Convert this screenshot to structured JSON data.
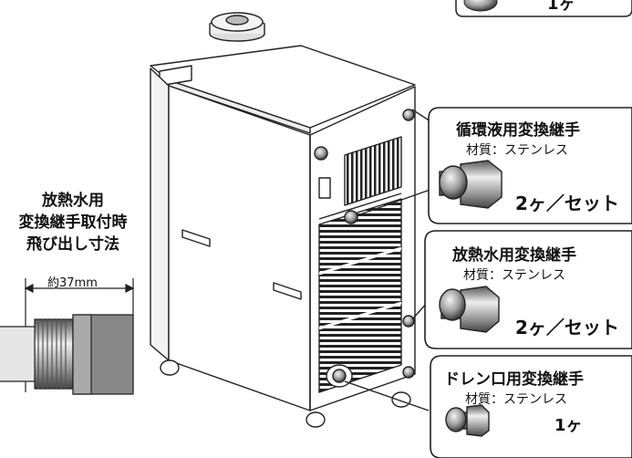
{
  "top_box": {
    "quantity": "1ヶ"
  },
  "callouts": [
    {
      "title": "循環液用変換継手",
      "material": "材質：ステンレス",
      "quantity": "2ヶ／セット"
    },
    {
      "title": "放熱水用変換継手",
      "material": "材質：ステンレス",
      "quantity": "2ヶ／セット"
    },
    {
      "title": "ドレン口用変換継手",
      "material": "材質：ステンレス",
      "quantity": "1ヶ"
    }
  ],
  "side_note": {
    "lines": [
      "放熱水用",
      "変換継手取付時",
      "飛び出し寸法"
    ]
  },
  "dimension": {
    "label": "約37mm"
  }
}
